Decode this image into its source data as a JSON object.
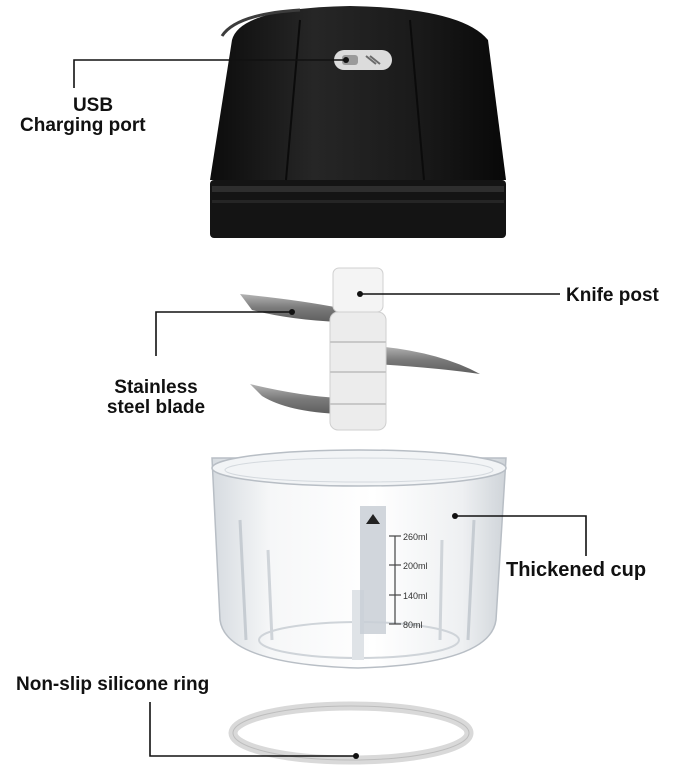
{
  "labels": {
    "usb_line1": "USB",
    "usb_line2": "Charging port",
    "knife_post": "Knife post",
    "blade_line1": "Stainless",
    "blade_line2": "steel blade",
    "cup": "Thickened cup",
    "ring": "Non-slip silicone ring"
  },
  "scale": {
    "marks": [
      "260ml",
      "200ml",
      "140ml",
      "80ml"
    ]
  },
  "colors": {
    "motor_body": "#161616",
    "label_text": "#111111",
    "leader_line": "#111111",
    "cup_glass": "#e9ecef",
    "blade_steel": "#8e8e8e"
  }
}
